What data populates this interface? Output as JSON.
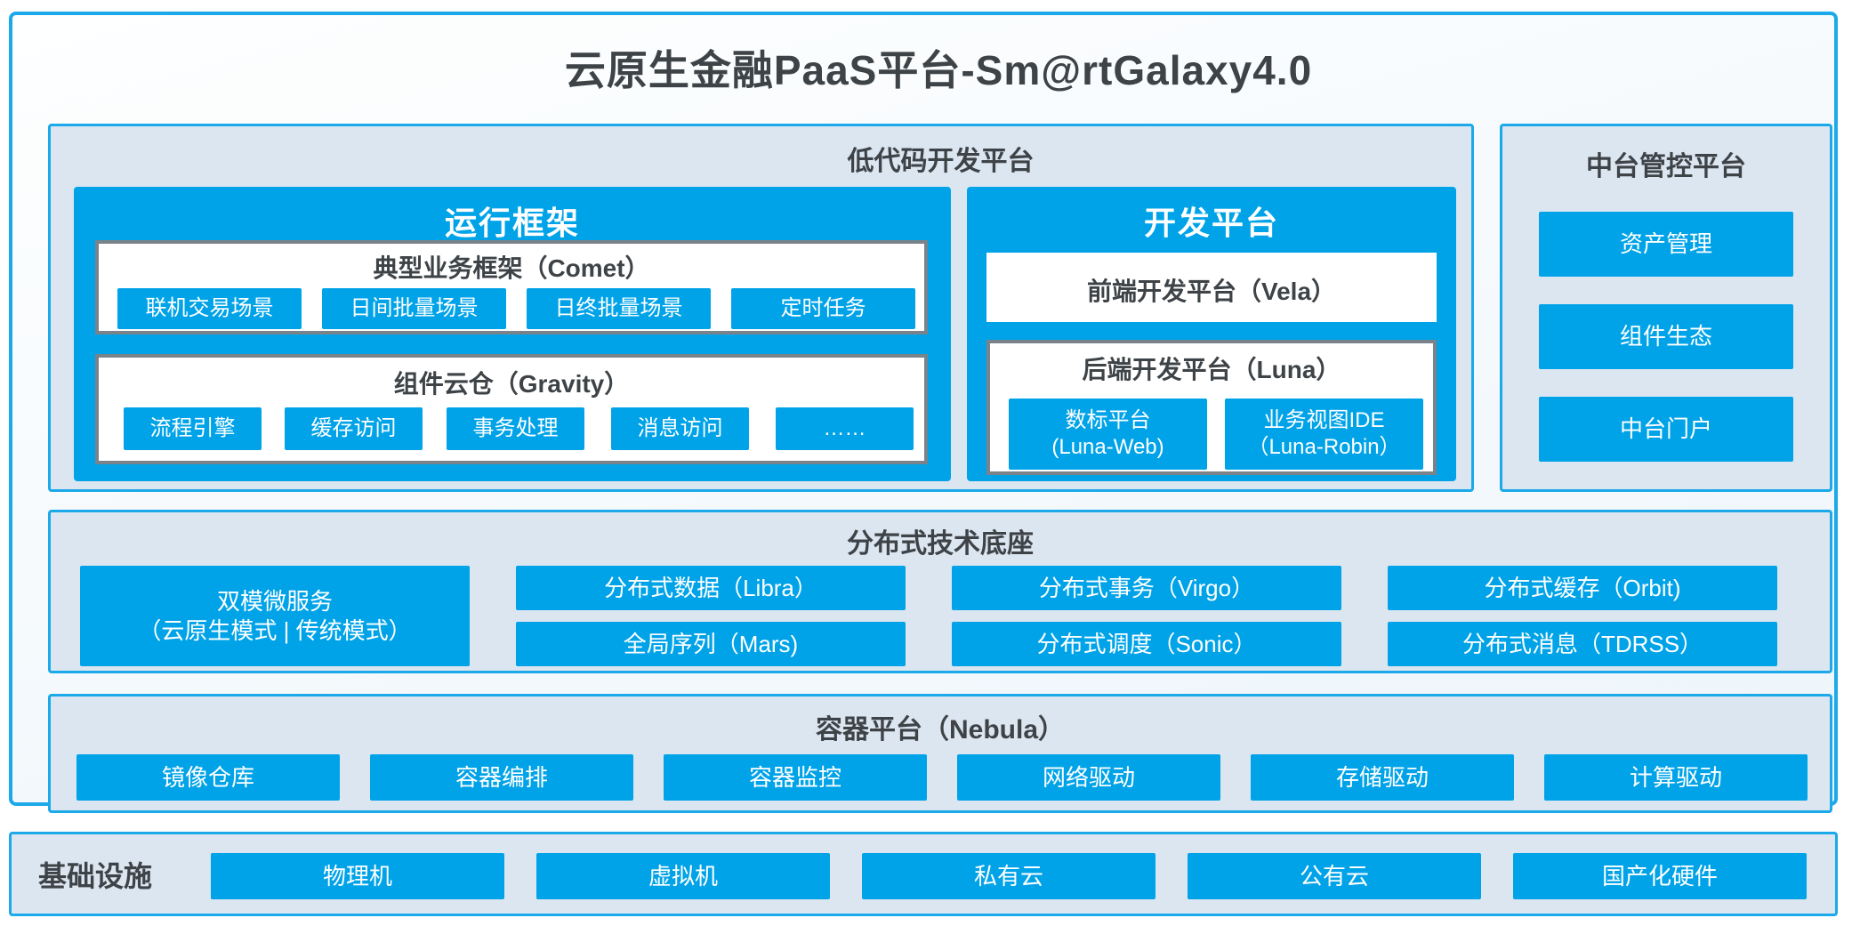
{
  "title": "云原生金融PaaS平台-Sm@rtGalaxy4.0",
  "colors": {
    "accent_blue": "#00A3E8",
    "border_blue": "#1BA9E9",
    "section_bg": "#DCE6F1",
    "dark_text": "#3E4347",
    "inner_border_gray": "#7A838A"
  },
  "low_code": {
    "header": "低代码开发平台",
    "runtime": {
      "title": "运行框架",
      "comet": {
        "title": "典型业务框架（Comet）",
        "items": [
          "联机交易场景",
          "日间批量场景",
          "日终批量场景",
          "定时任务"
        ]
      },
      "gravity": {
        "title": "组件云仓（Gravity）",
        "items": [
          "流程引擎",
          "缓存访问",
          "事务处理",
          "消息访问",
          "……"
        ]
      }
    },
    "dev": {
      "title": "开发平台",
      "vela_label": "前端开发平台（Vela）",
      "luna": {
        "title": "后端开发平台（Luna）",
        "items": [
          {
            "line1": "数标平台",
            "line2": "(Luna-Web)"
          },
          {
            "line1": "业务视图IDE",
            "line2": "（Luna-Robin）"
          }
        ]
      }
    }
  },
  "midplatform": {
    "header": "中台管控平台",
    "items": [
      "资产管理",
      "组件生态",
      "中台门户"
    ]
  },
  "distributed": {
    "header": "分布式技术底座",
    "dual_mode": {
      "line1": "双模微服务",
      "line2": "（云原生模式 | 传统模式）"
    },
    "row1": [
      "分布式数据（Libra）",
      "分布式事务（Virgo）",
      "分布式缓存（Orbit)"
    ],
    "row2": [
      "全局序列（Mars)",
      "分布式调度（Sonic）",
      "分布式消息（TDRSS）"
    ]
  },
  "container_platform": {
    "header": "容器平台（Nebula）",
    "items": [
      "镜像仓库",
      "容器编排",
      "容器监控",
      "网络驱动",
      "存储驱动",
      "计算驱动"
    ]
  },
  "infrastructure": {
    "label": "基础设施",
    "items": [
      "物理机",
      "虚拟机",
      "私有云",
      "公有云",
      "国产化硬件"
    ]
  }
}
